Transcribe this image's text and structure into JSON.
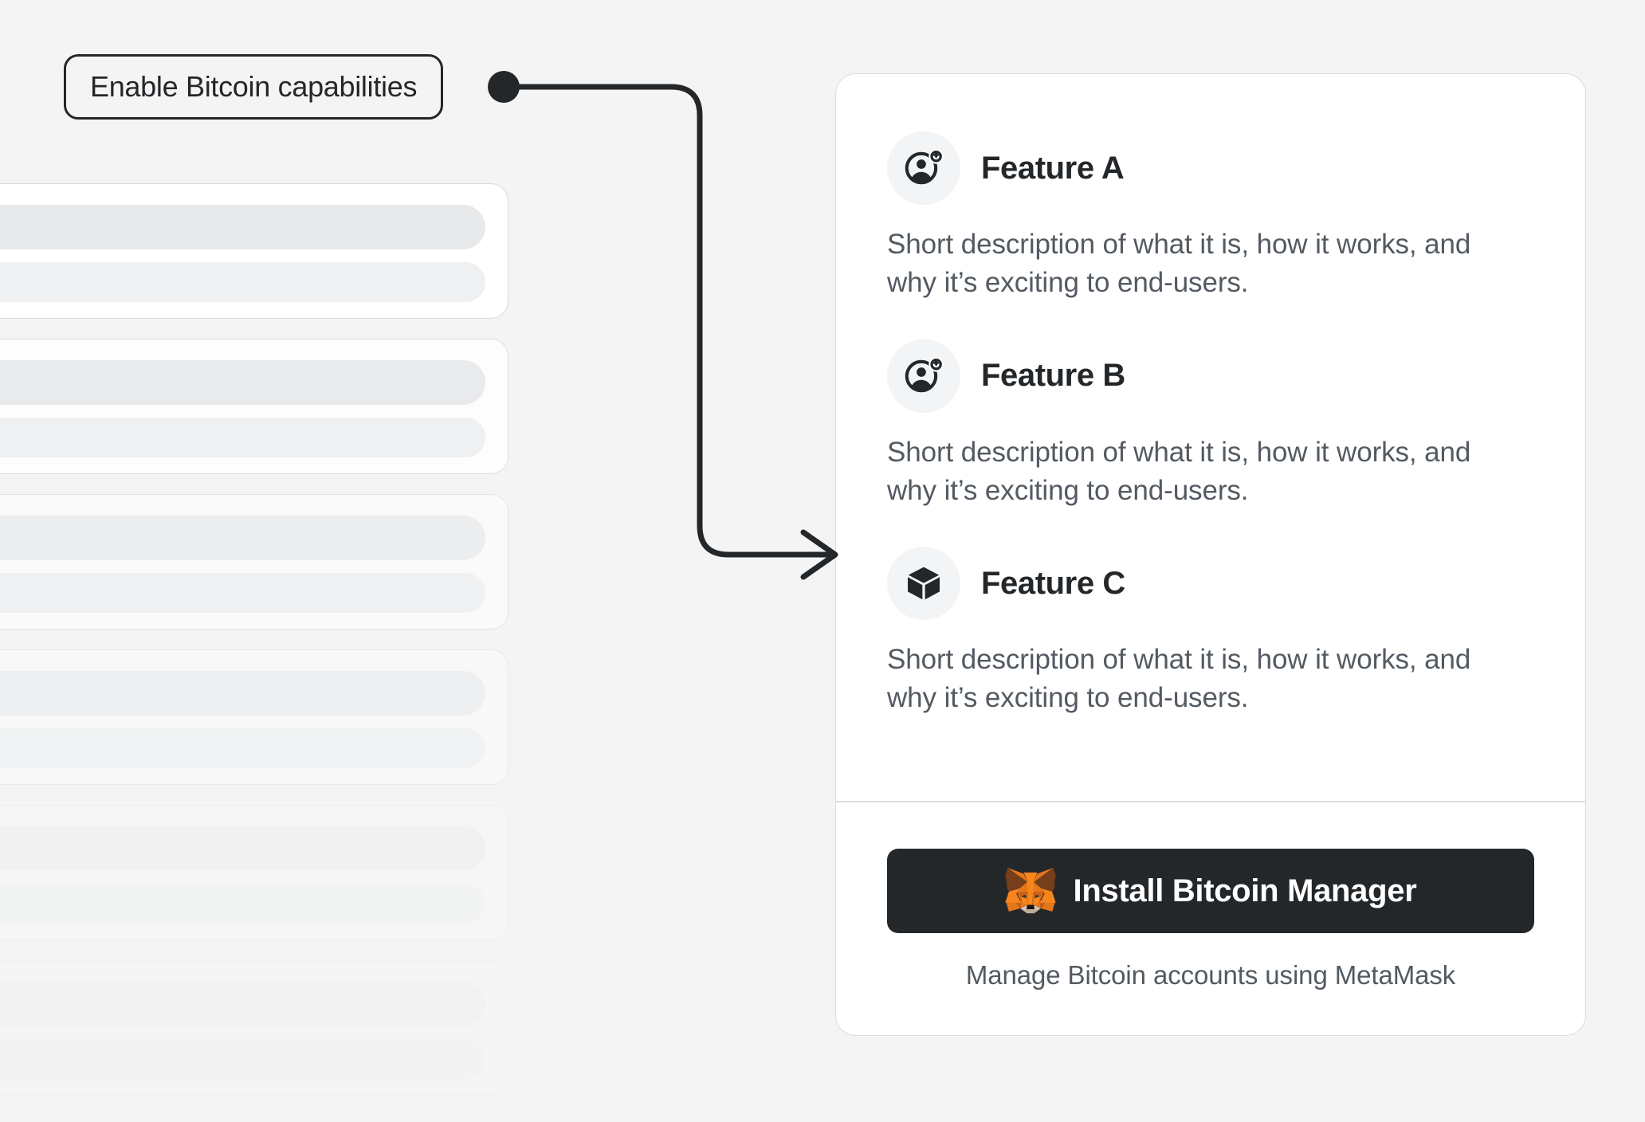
{
  "theme": {
    "background": "#f4f4f4",
    "card_background": "#ffffff",
    "card_border": "#d9dcdf",
    "heading_color": "#24272a",
    "body_text_color": "#535a61",
    "button_background": "#24272a",
    "button_text_color": "#ffffff",
    "icon_badge_background": "#f2f4f6",
    "connector_color": "#24272a",
    "skeleton_bar_color": "#e7e9eb",
    "metamask_orange": "#e4761b",
    "metamask_dark_orange": "#763d16",
    "metamask_light_orange": "#f6851b",
    "metamask_snout": "#e2dbd3"
  },
  "annotation": {
    "label": "Enable Bitcoin capabilities",
    "connector_icon": "arrow-connector-icon",
    "endpoint_dot_icon": "connector-dot-icon"
  },
  "background_list": {
    "placeholder_count": 6,
    "item_label": "skeleton-placeholder-card"
  },
  "card": {
    "features": [
      {
        "icon": "user-add-icon",
        "title": "Feature A",
        "description": "Short description of what it is, how it works, and why it’s exciting to end-users."
      },
      {
        "icon": "user-add-icon",
        "title": "Feature B",
        "description": "Short description of what it is, how it works, and why it’s exciting to end-users."
      },
      {
        "icon": "cube-icon",
        "title": "Feature C",
        "description": "Short description of what it is, how it works, and why it’s exciting to end-users."
      }
    ],
    "footer": {
      "install_button_label": "Install Bitcoin Manager",
      "install_button_icon": "metamask-fox-icon",
      "caption": "Manage Bitcoin accounts using MetaMask"
    }
  }
}
